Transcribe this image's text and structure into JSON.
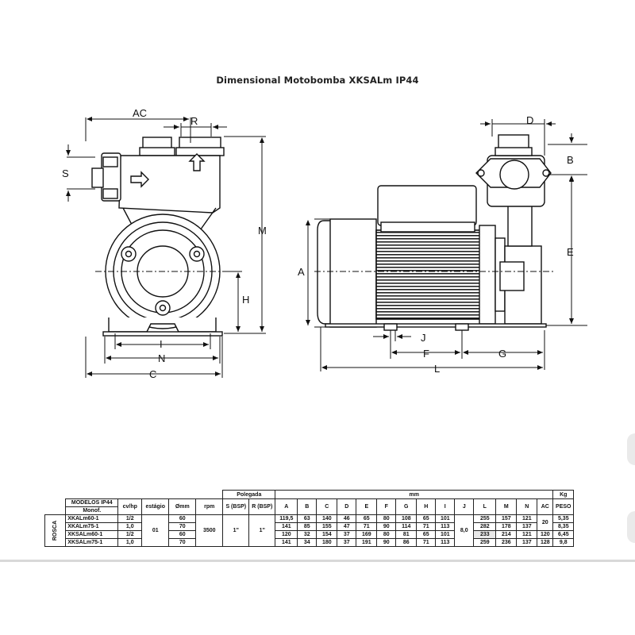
{
  "title": "Dimensional Motobomba XKSALm IP44",
  "dimension_labels": {
    "AC": "AC",
    "R": "R",
    "S": "S",
    "M": "M",
    "H": "H",
    "I": "I",
    "N": "N",
    "C": "C",
    "D": "D",
    "B": "B",
    "A": "A",
    "E": "E",
    "J": "J",
    "F": "F",
    "G": "G",
    "L": "L"
  },
  "table": {
    "group_headers": {
      "polegada": "Polegada",
      "mm": "mm",
      "kg": "Kg"
    },
    "headers": {
      "modelos": "MODELOS IP44",
      "monof": "Monof.",
      "cv": "cv/hp",
      "estagio": "estágio",
      "omm": "Ømm",
      "rpm": "rpm",
      "s_bsp": "S (BSP)",
      "r_bsp": "R (BSP)",
      "A": "A",
      "B": "B",
      "C": "C",
      "D": "D",
      "E": "E",
      "F": "F",
      "G": "G",
      "H": "H",
      "I": "I",
      "J": "J",
      "L": "L",
      "M": "M",
      "N": "N",
      "AC": "AC",
      "peso": "PESO"
    },
    "rosca": "ROSCA",
    "estagio": "01",
    "rpm": "3500",
    "s_bsp": "1\"",
    "r_bsp": "1\"",
    "j": "8,0",
    "ac_shared": "20",
    "rows": [
      {
        "model": "XKALm60-1",
        "cv": "1/2",
        "omm": "60",
        "A": "119,5",
        "B": "63",
        "C": "140",
        "D": "46",
        "E": "65",
        "F": "80",
        "G": "108",
        "H": "65",
        "I": "101",
        "L": "255",
        "M": "157",
        "N": "121",
        "AC": "",
        "peso": "5,35"
      },
      {
        "model": "XKALm75-1",
        "cv": "1,0",
        "omm": "70",
        "A": "141",
        "B": "85",
        "C": "155",
        "D": "47",
        "E": "71",
        "F": "90",
        "G": "114",
        "H": "71",
        "I": "113",
        "L": "282",
        "M": "178",
        "N": "137",
        "AC": "",
        "peso": "8,35"
      },
      {
        "model": "XKSALm60-1",
        "cv": "1/2",
        "omm": "60",
        "A": "120",
        "B": "32",
        "C": "154",
        "D": "37",
        "E": "169",
        "F": "80",
        "G": "81",
        "H": "65",
        "I": "101",
        "L": "233",
        "M": "214",
        "N": "121",
        "AC": "120",
        "peso": "6,45"
      },
      {
        "model": "XKSALm75-1",
        "cv": "1,0",
        "omm": "70",
        "A": "141",
        "B": "34",
        "C": "180",
        "D": "37",
        "E": "191",
        "F": "90",
        "G": "86",
        "H": "71",
        "I": "113",
        "L": "259",
        "M": "236",
        "N": "137",
        "AC": "128",
        "peso": "9,8"
      }
    ]
  }
}
